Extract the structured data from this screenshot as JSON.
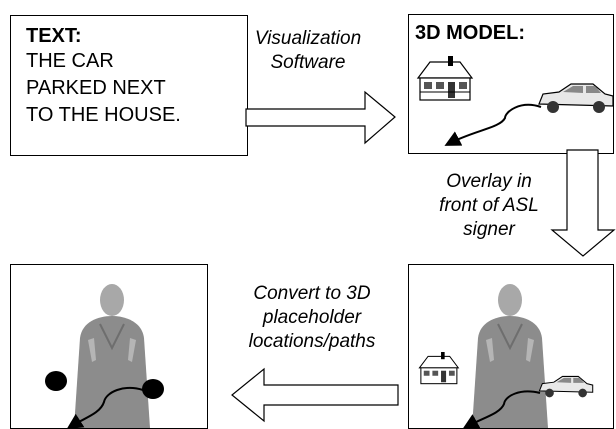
{
  "text_box": {
    "heading": "TEXT:",
    "lines": [
      "THE CAR",
      "PARKED NEXT",
      "TO THE HOUSE."
    ]
  },
  "model_box": {
    "heading": "3D MODEL:"
  },
  "captions": {
    "to_model": [
      "Visualization",
      "Software"
    ],
    "overlay": [
      "Overlay in",
      "front of ASL",
      "signer"
    ],
    "convert": [
      "Convert to 3D",
      "placeholder",
      "locations/paths"
    ]
  },
  "colors": {
    "stroke": "#000000",
    "skin": "#a8a8a8",
    "shirt": "#8c8c8c",
    "marker": "#000000"
  },
  "icons": [
    "house-icon",
    "car-icon",
    "path-arrow-icon",
    "signer-figure",
    "placeholder-marker"
  ]
}
